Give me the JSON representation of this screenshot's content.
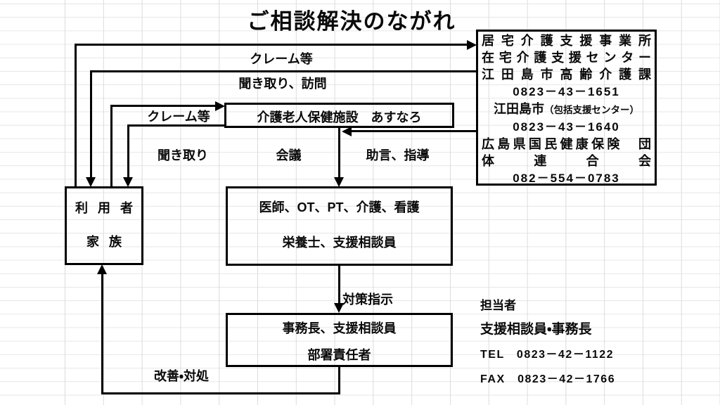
{
  "title": "ご相談解決のながれ",
  "boxes": {
    "contact": {
      "line1": "居宅介護支援事業所",
      "line2": "在宅介護支援センター",
      "line3": "江田島市高齢介護課",
      "line4": "0823－43－1651",
      "line5_main": "江田島市",
      "line5_paren": "（包括支援センター）",
      "line6": "0823－43－1640",
      "line7": "広島県国民健康保険　団",
      "line8": "体　連　合　会",
      "line9": "082－554－0783"
    },
    "user": {
      "line1": "利用者",
      "line2": "家族"
    },
    "facility": {
      "label": "介護老人保健施設　あすなろ"
    },
    "staff": {
      "line1": "医師、OT、PT、介護、看護",
      "line2": "栄養士、支援相談員"
    },
    "manager": {
      "line1": "事務長、支援相談員",
      "line2": "部署責任者"
    }
  },
  "edge_labels": {
    "claim_top": "クレーム等",
    "interview_visit": "聞き取り、訪問",
    "claim_mid": "クレーム等",
    "interview": "聞き取り",
    "meeting": "会議",
    "advice": "助言、指導",
    "countermeasure": "対策指示",
    "improvement": "改善・対処"
  },
  "contact_info": {
    "heading": "担当者",
    "person": "支援相談員・事務長",
    "tel": "TEL　0823－42－1122",
    "fax": "FAX　0823－42－1766"
  },
  "colors": {
    "line": "#000000",
    "grid": "#dcdcdc",
    "background": "#ffffff",
    "text": "#0a0a0a"
  }
}
